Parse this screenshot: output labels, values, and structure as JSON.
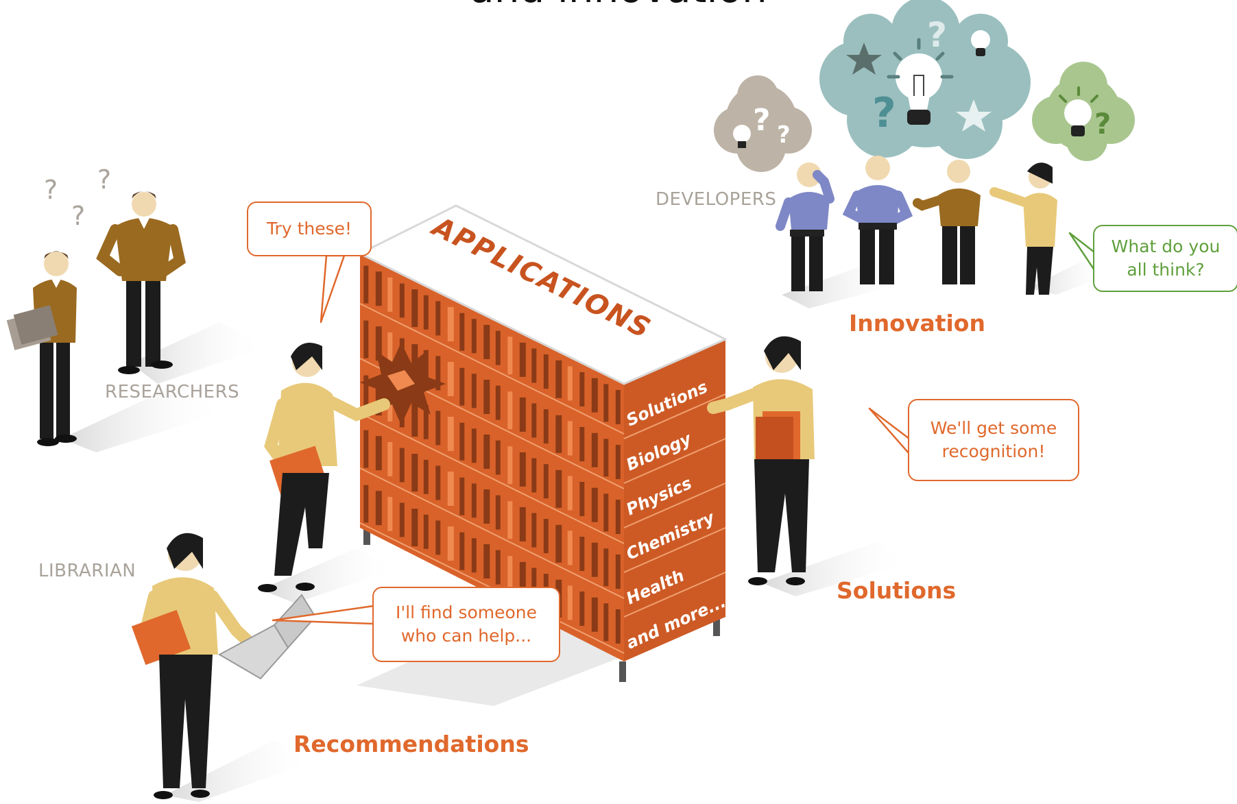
{
  "title_fragment": "and innovation",
  "groups": {
    "researchers": "RESEARCHERS",
    "developers": "DEVELOPERS",
    "librarian": "LIBRARIAN"
  },
  "cabinet": {
    "header": "APPLICATIONS",
    "shelves": [
      "Solutions",
      "Biology",
      "Physics",
      "Chemistry",
      "Health",
      "and more..."
    ]
  },
  "bubbles": {
    "try_these": "Try these!",
    "find_someone": [
      "I'll find someone",
      "who can help..."
    ],
    "what_do_you_think": [
      "What do you",
      "all think?"
    ],
    "recognition": [
      "We'll get some",
      "recognition!"
    ]
  },
  "captions": {
    "innovation": "Innovation",
    "solutions": "Solutions",
    "recommendations": "Recommendations"
  },
  "thought_marks": {
    "question": "?"
  },
  "colors": {
    "accent": "#e0682c",
    "cabinet_side": "#d9622a",
    "cabinet_dark": "#8a3a16",
    "label_gray": "#a8a29a",
    "green": "#5fa03c",
    "cloud_teal": "#9bbfbf",
    "cloud_gray": "#bdb3a6",
    "cloud_green": "#a9c68f"
  }
}
